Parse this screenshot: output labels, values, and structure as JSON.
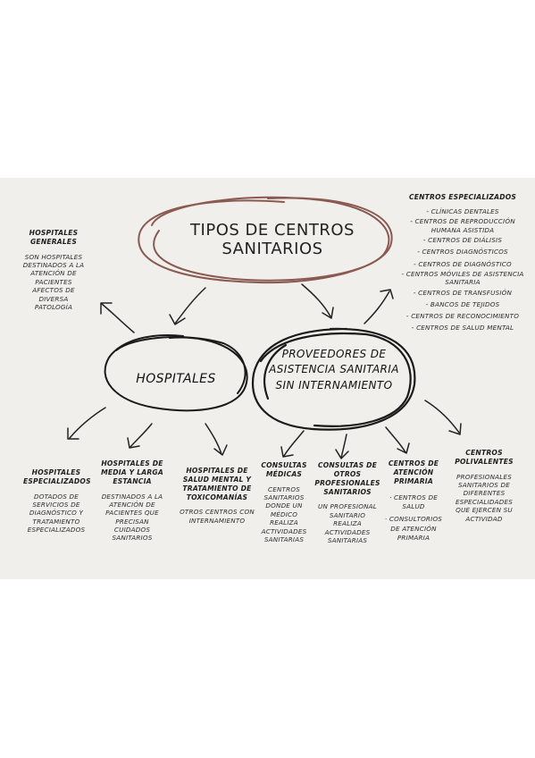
{
  "title_line1": "TIPOS DE CENTROS",
  "title_line2": "SANITARIOS",
  "hospitales_hub": "HOSPITALES",
  "proveedores_hub": {
    "line1": "PROVEEDORES DE",
    "line2": "ASISTENCIA SANITARIA",
    "line3": "SIN INTERNAMIENTO"
  },
  "hospitales_generales": {
    "title": "HOSPITALES GENERALES",
    "desc": "SON HOSPITALES DESTINADOS A LA ATENCIÓN DE PACIENTES AFECTOS DE DIVERSA PATOLOGÍA"
  },
  "hospitales_especializados": {
    "title": "HOSPITALES ESPECIALIZADOS",
    "desc": "DOTADOS DE SERVICIOS DE DIAGNÓSTICO Y TRATAMIENTO ESPECIALIZADOS"
  },
  "hospitales_media_larga": {
    "title": "HOSPITALES DE MEDIA Y LARGA ESTANCIA",
    "desc": "DESTINADOS A LA ATENCIÓN DE PACIENTES QUE PRECISAN CUIDADOS SANITARIOS"
  },
  "hospitales_salud_mental": {
    "title": "HOSPITALES DE SALUD MENTAL Y TRATAMIENTO DE TOXICOMANÍAS",
    "desc": "OTROS CENTROS CON INTERNAMIENTO"
  },
  "consultas_medicas": {
    "title": "CONSULTAS MÉDICAS",
    "desc": "CENTROS SANITARIOS DONDE UN MÉDICO REALIZA ACTIVIDADES SANITARIAS"
  },
  "consultas_otros": {
    "title": "CONSULTAS DE OTROS PROFESIONALES SANITARIOS",
    "desc": "UN PROFESIONAL SANITARIO REALIZA ACTIVIDADES SANITARIAS"
  },
  "centros_atencion_primaria": {
    "title": "CENTROS DE ATENCIÓN PRIMARIA",
    "items": [
      "· CENTROS DE SALUD",
      "· CONSULTORIOS DE ATENCIÓN PRIMARIA"
    ]
  },
  "centros_polivalentes": {
    "title": "CENTROS POLIVALENTES",
    "desc": "PROFESIONALES SANITARIOS DE DIFERENTES ESPECIALIDADES QUE EJERCEN SU ACTIVIDAD"
  },
  "centros_especializados": {
    "title": "CENTROS ESPECIALIZADOS",
    "items": [
      "- CLÍNICAS DENTALES",
      "- CENTROS DE REPRODUCCIÓN HUMANA ASISTIDA",
      "- CENTROS DE DIÁLISIS",
      "- CENTROS DIAGNÓSTICOS",
      "- CENTROS DE DIAGNÓSTICO",
      "- CENTROS MÓVILES DE ASISTENCIA SANITARIA",
      "- CENTROS DE TRANSFUSIÓN",
      "- BANCOS DE TEJIDOS",
      "- CENTROS DE RECONOCIMIENTO",
      "- CENTROS DE SALUD MENTAL"
    ]
  },
  "colors": {
    "paper": "#f1efeb",
    "ink": "#1e1e1e",
    "title_oval": "#8a5a52"
  }
}
